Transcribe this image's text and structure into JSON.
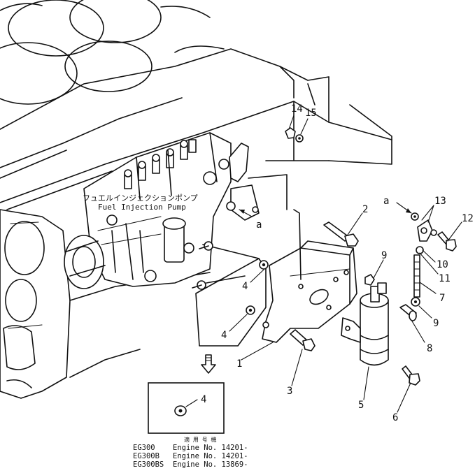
{
  "pump_label": {
    "jp": "フュエルインジェクションポンプ",
    "en": "Fuel Injection Pump"
  },
  "callouts": {
    "p1": "1",
    "p2": "2",
    "p3": "3",
    "p4a": "4",
    "p4b": "4",
    "p4c": "4",
    "p5": "5",
    "p6": "6",
    "p7": "7",
    "p8": "8",
    "p9a": "9",
    "p9b": "9",
    "p10": "10",
    "p11": "11",
    "p12": "12",
    "p13": "13",
    "p14": "14",
    "p15": "15",
    "a_ref_pump": "a",
    "a_ref_link": "a"
  },
  "applicability": {
    "header": "適 用 号 機",
    "rows": [
      {
        "model": "EG300",
        "engine": "Engine No. 14201-"
      },
      {
        "model": "EG300B",
        "engine": "Engine No. 14201-"
      },
      {
        "model": "EG300BS",
        "engine": "Engine No. 13869-"
      }
    ]
  }
}
